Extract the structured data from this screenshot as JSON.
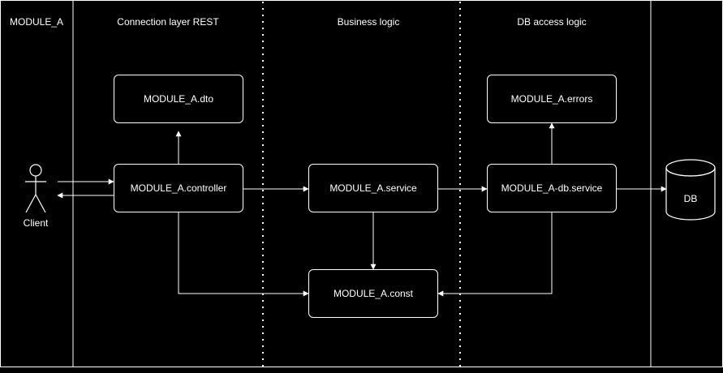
{
  "lanes": {
    "module": "MODULE_A",
    "rest": "Connection layer REST",
    "business": "Business logic",
    "db_access": "DB access logic"
  },
  "nodes": {
    "dto": "MODULE_A.dto",
    "controller": "MODULE_A.controller",
    "service": "MODULE_A.service",
    "errors": "MODULE_A.errors",
    "db_service": "MODULE_A-db.service",
    "const": "MODULE_A.const"
  },
  "actor": {
    "label": "Client"
  },
  "database": {
    "label": "DB"
  },
  "colors": {
    "background": "#000000",
    "foreground": "#ffffff"
  }
}
